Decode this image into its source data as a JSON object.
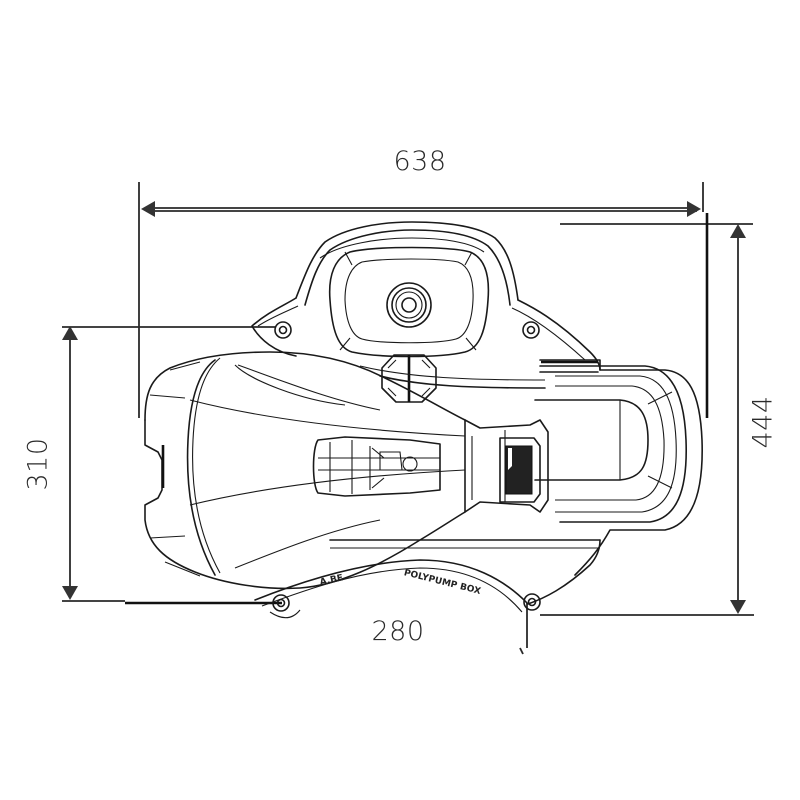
{
  "drawing": {
    "type": "technical-dimension-drawing",
    "subject": "pump sump top view",
    "dimensions": {
      "overall_width": "638",
      "overall_depth": "444",
      "mount_depth": "310",
      "mount_spacing": "280"
    },
    "embossed_text": {
      "brand": "POLYPUMP BOX",
      "logo": "A.BE"
    },
    "colors": {
      "line": "#1a1a1a",
      "dimension": "#2a2a2a",
      "background": "#ffffff"
    }
  }
}
